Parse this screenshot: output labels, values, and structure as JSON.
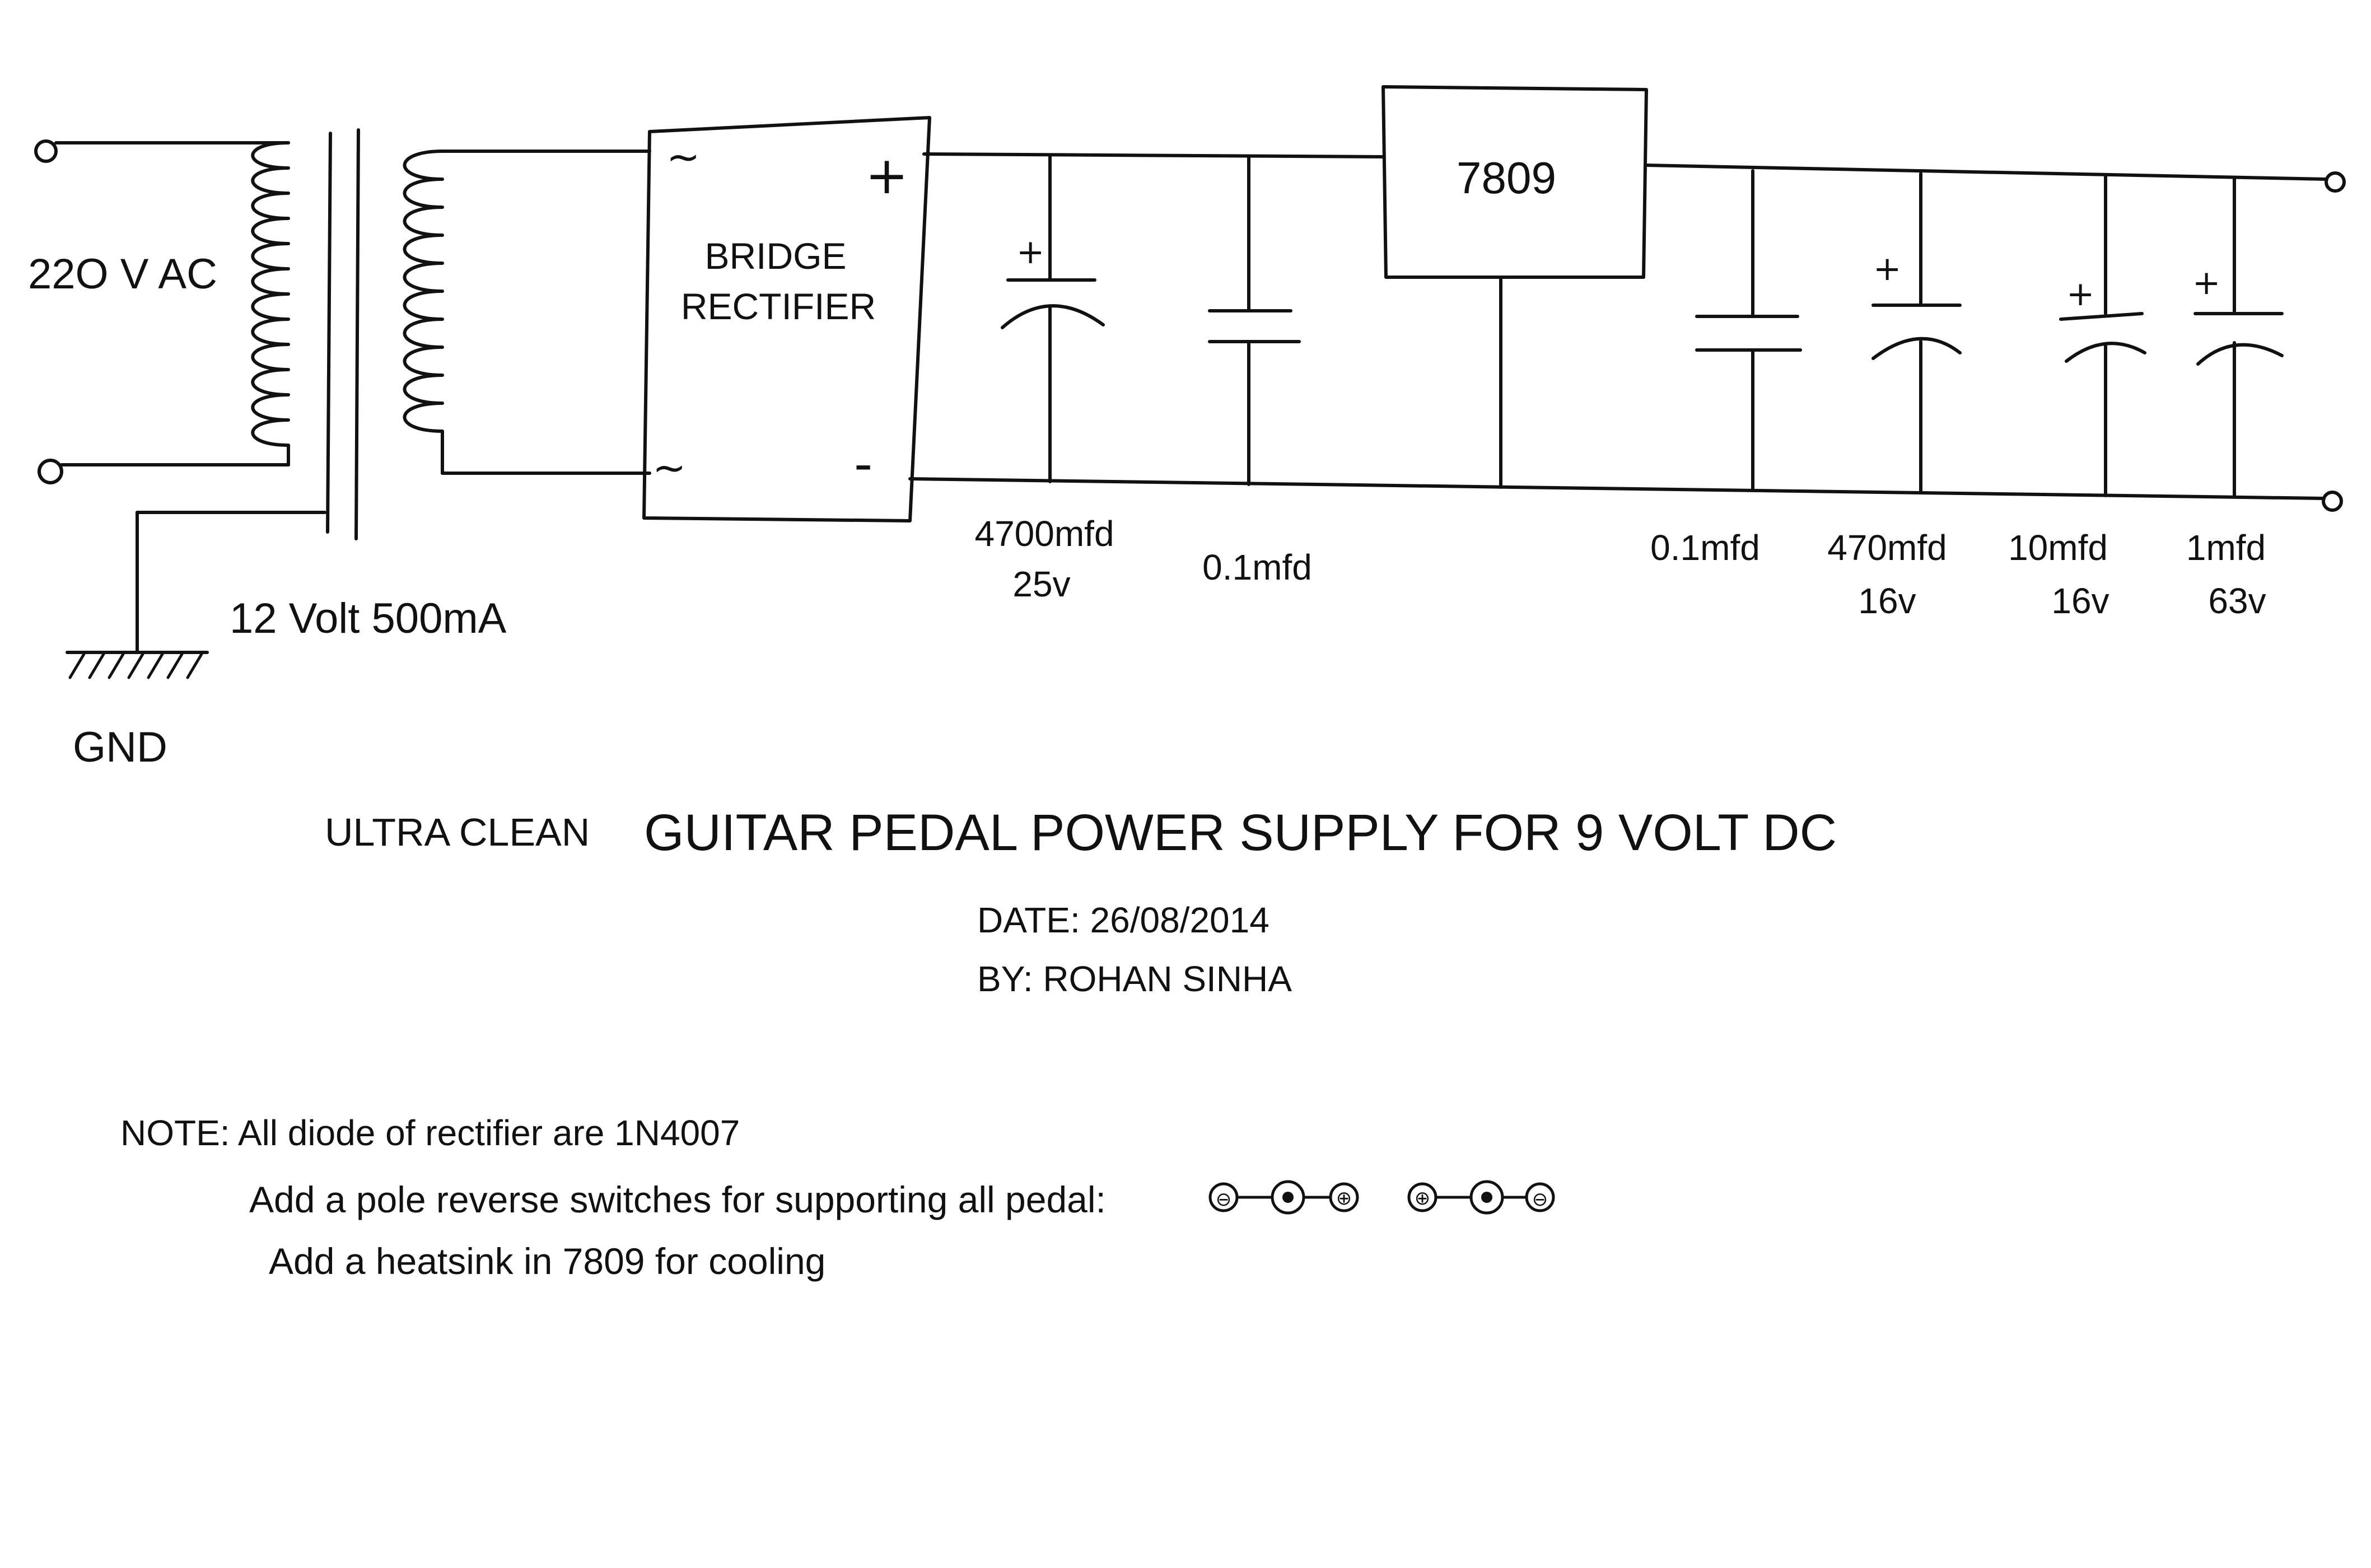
{
  "transformer": {
    "primary_label": "22O V AC",
    "secondary_label": "12 Volt 500mA",
    "ground_label": "GND"
  },
  "rectifier": {
    "line1": "BRIDGE",
    "line2": "RECTIFIER",
    "ac_top": "~",
    "ac_bottom": "~",
    "plus": "+",
    "minus": "-"
  },
  "regulator": {
    "label": "7809"
  },
  "capacitors": [
    {
      "value": "4700mfd",
      "voltage": "25v",
      "polarized": true,
      "polarity": "+"
    },
    {
      "value": "0.1mfd",
      "voltage": "",
      "polarized": false
    },
    {
      "value": "0.1mfd",
      "voltage": "",
      "polarized": false
    },
    {
      "value": "470mfd",
      "voltage": "16v",
      "polarized": true,
      "polarity": "+"
    },
    {
      "value": "10mfd",
      "voltage": "16v",
      "polarized": true,
      "polarity": "+"
    },
    {
      "value": "1mfd",
      "voltage": "63v",
      "polarized": true,
      "polarity": "+"
    }
  ],
  "title": {
    "prefix": "ULTRA CLEAN",
    "main": "GUITAR PEDAL POWER SUPPLY FOR 9 VOLT DC",
    "date": "DATE: 26/08/2014",
    "author": "BY: ROHAN SINHA"
  },
  "notes": {
    "line1": "NOTE: All diode of  rectifier are 1N4007",
    "line2": "Add a pole reverse switches for supporting all pedal:",
    "line3": "Add a heatsink in 7809 for cooling",
    "plug_a": [
      "⊖",
      "⊕"
    ],
    "plug_b": [
      "⊕",
      "⊖"
    ]
  }
}
